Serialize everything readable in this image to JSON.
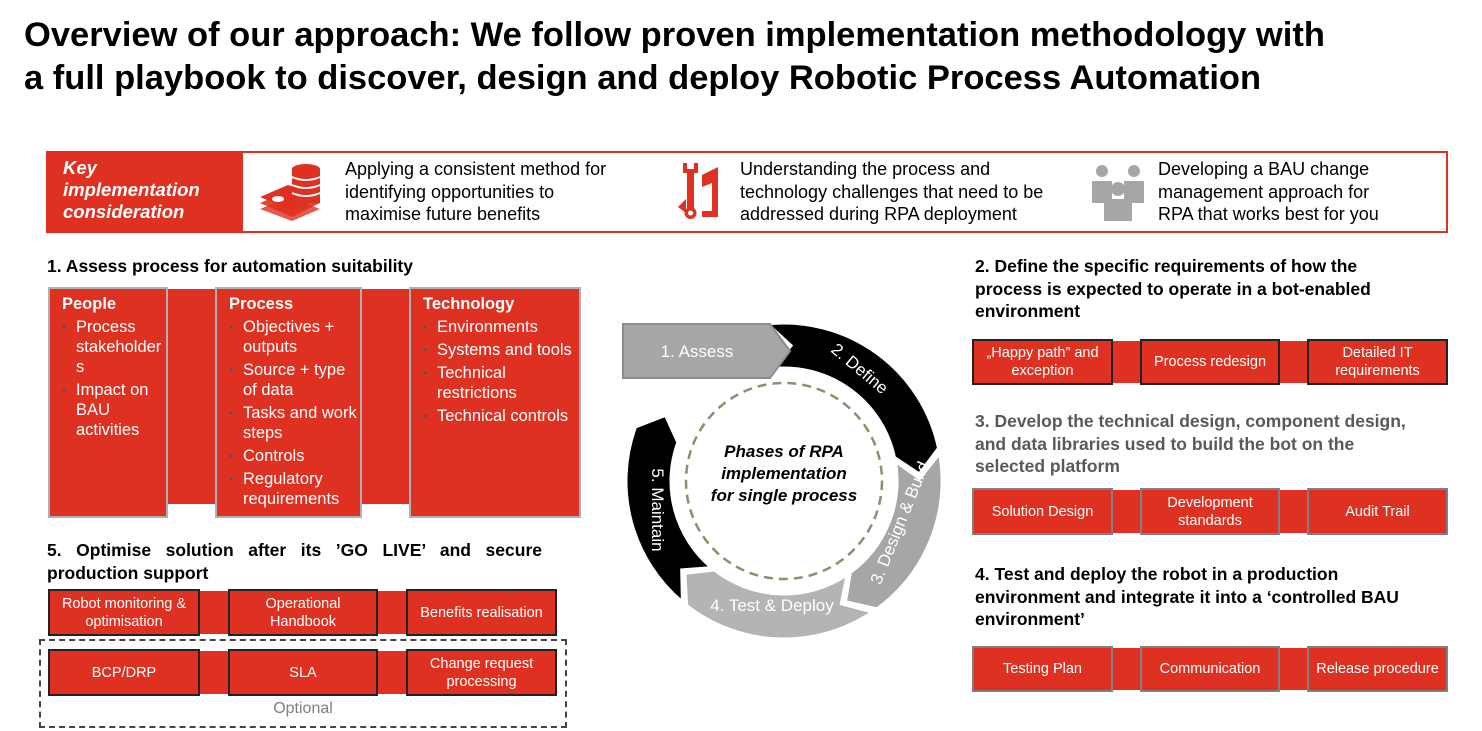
{
  "title": [
    "Overview of our approach:  We follow proven implementation methodology with",
    "a full playbook to discover, design and deploy Robotic Process Automation"
  ],
  "key": {
    "label": [
      "Key",
      "implementation",
      "consideration"
    ],
    "items": [
      {
        "icon": "coins-stack-icon",
        "lines": [
          "Applying a consistent method for",
          "identifying opportunities to",
          "maximise future benefits"
        ]
      },
      {
        "icon": "wrench-ruler-icon",
        "lines": [
          "Understanding the process and",
          "technology challenges that need to be",
          "addressed during RPA deployment"
        ]
      },
      {
        "icon": "people-group-icon",
        "lines": [
          "Developing a BAU change",
          "management approach for",
          "RPA that works best for you"
        ]
      }
    ]
  },
  "s1": {
    "heading": "1. Assess process for automation suitability",
    "columns": [
      {
        "title": "People",
        "items": [
          "Process stakeholder s",
          "Impact on BAU activities"
        ]
      },
      {
        "title": "Process",
        "items": [
          "Objectives + outputs",
          "Source + type of data",
          "Tasks and work steps",
          "Controls",
          "Regulatory requirements"
        ]
      },
      {
        "title": "Technology",
        "items": [
          "Environments",
          "Systems and tools",
          "Technical restrictions",
          "Technical controls"
        ]
      }
    ]
  },
  "s5": {
    "heading": [
      "5.  Optimise  solution  after  its  ’GO  LIVE’  and  secure",
      "production support"
    ],
    "row1": [
      "Robot monitoring & optimisation",
      "Operational Handbook",
      "Benefits realisation"
    ],
    "row2": [
      "BCP/DRP",
      "SLA",
      "Change request processing"
    ],
    "optional": "Optional"
  },
  "s2": {
    "heading": [
      "2. Define the specific requirements of how the",
      "process is expected to operate in a bot-enabled",
      "environment"
    ],
    "boxes": [
      "„Happy path” and exception",
      "Process redesign",
      "Detailed IT requirements"
    ]
  },
  "s3": {
    "heading": [
      "3. Develop the technical design, component design,",
      "and data libraries used to build the bot on the",
      "selected platform"
    ],
    "boxes": [
      "Solution Design",
      "Development standards",
      "Audit Trail"
    ]
  },
  "s4": {
    "heading": [
      "4.  Test and deploy the robot in a production",
      "environment and integrate it into a ‘controlled BAU",
      "environment’"
    ],
    "boxes": [
      "Testing Plan",
      "Communication",
      "Release procedure"
    ]
  },
  "cycle": {
    "center": [
      "Phases of RPA",
      "implementation",
      "for single process"
    ],
    "phases": [
      "1. Assess",
      "2. Define",
      "3. Design & Build",
      "4. Test & Deploy",
      "5. Maintain"
    ]
  },
  "colors": {
    "red": "#de3121",
    "black": "#000000",
    "gray": "#a6a6a6"
  }
}
